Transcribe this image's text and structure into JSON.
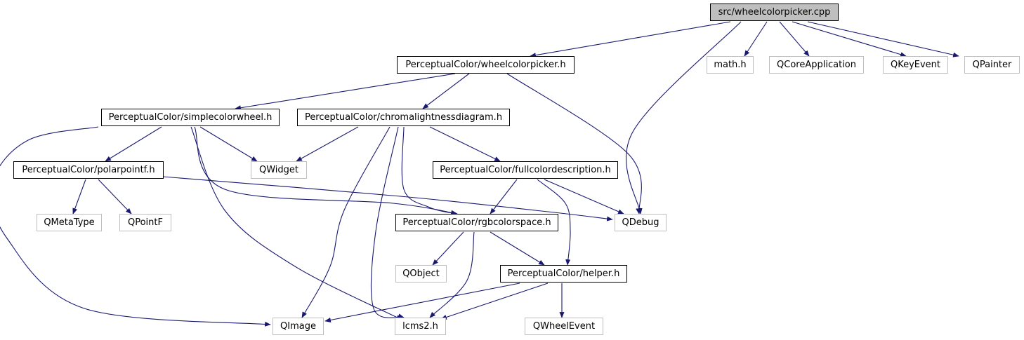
{
  "graph": {
    "nodes": [
      {
        "id": "root",
        "label": "src/wheelcolorpicker.cpp",
        "kind": "root"
      },
      {
        "id": "wcp_h",
        "label": "PerceptualColor/wheelcolorpicker.h",
        "kind": "local"
      },
      {
        "id": "math",
        "label": "math.h",
        "kind": "external"
      },
      {
        "id": "qcoreapp",
        "label": "QCoreApplication",
        "kind": "external"
      },
      {
        "id": "qkeyevent",
        "label": "QKeyEvent",
        "kind": "external"
      },
      {
        "id": "qpainter",
        "label": "QPainter",
        "kind": "external"
      },
      {
        "id": "scw_h",
        "label": "PerceptualColor/simplecolorwheel.h",
        "kind": "local"
      },
      {
        "id": "cld_h",
        "label": "PerceptualColor/chromalightnessdiagram.h",
        "kind": "local"
      },
      {
        "id": "ppf_h",
        "label": "PerceptualColor/polarpointf.h",
        "kind": "local"
      },
      {
        "id": "qwidget",
        "label": "QWidget",
        "kind": "external"
      },
      {
        "id": "fcd_h",
        "label": "PerceptualColor/fullcolordescription.h",
        "kind": "local"
      },
      {
        "id": "qmetatype",
        "label": "QMetaType",
        "kind": "external"
      },
      {
        "id": "qpointf",
        "label": "QPointF",
        "kind": "external"
      },
      {
        "id": "rgb_h",
        "label": "PerceptualColor/rgbcolorspace.h",
        "kind": "local"
      },
      {
        "id": "qdebug",
        "label": "QDebug",
        "kind": "external"
      },
      {
        "id": "qobject",
        "label": "QObject",
        "kind": "external"
      },
      {
        "id": "helper_h",
        "label": "PerceptualColor/helper.h",
        "kind": "local"
      },
      {
        "id": "qimage",
        "label": "QImage",
        "kind": "external"
      },
      {
        "id": "lcms2",
        "label": "lcms2.h",
        "kind": "external"
      },
      {
        "id": "qwheelevent",
        "label": "QWheelEvent",
        "kind": "external"
      }
    ],
    "edges": [
      [
        "root",
        "wcp_h"
      ],
      [
        "root",
        "qdebug"
      ],
      [
        "root",
        "math"
      ],
      [
        "root",
        "qcoreapp"
      ],
      [
        "root",
        "qkeyevent"
      ],
      [
        "root",
        "qpainter"
      ],
      [
        "wcp_h",
        "scw_h"
      ],
      [
        "wcp_h",
        "cld_h"
      ],
      [
        "wcp_h",
        "qdebug"
      ],
      [
        "scw_h",
        "ppf_h"
      ],
      [
        "scw_h",
        "qwidget"
      ],
      [
        "scw_h",
        "rgb_h"
      ],
      [
        "scw_h",
        "qimage"
      ],
      [
        "scw_h",
        "lcms2"
      ],
      [
        "cld_h",
        "qwidget"
      ],
      [
        "cld_h",
        "fcd_h"
      ],
      [
        "cld_h",
        "rgb_h"
      ],
      [
        "cld_h",
        "qimage"
      ],
      [
        "cld_h",
        "lcms2"
      ],
      [
        "ppf_h",
        "qmetatype"
      ],
      [
        "ppf_h",
        "qpointf"
      ],
      [
        "ppf_h",
        "qdebug"
      ],
      [
        "fcd_h",
        "rgb_h"
      ],
      [
        "fcd_h",
        "qdebug"
      ],
      [
        "fcd_h",
        "helper_h"
      ],
      [
        "rgb_h",
        "qobject"
      ],
      [
        "rgb_h",
        "helper_h"
      ],
      [
        "rgb_h",
        "lcms2"
      ],
      [
        "helper_h",
        "qimage"
      ],
      [
        "helper_h",
        "lcms2"
      ],
      [
        "helper_h",
        "qwheelevent"
      ]
    ]
  }
}
